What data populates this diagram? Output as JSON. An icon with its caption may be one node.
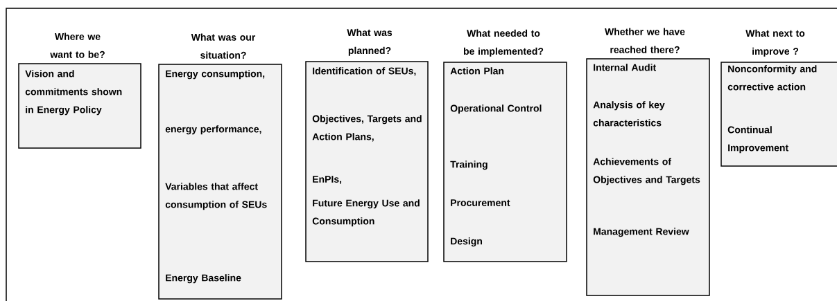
{
  "diagram": {
    "nodes": [
      {
        "text": [
          "Where we want to be?",
          "Vision and commitments shown in Energy Policy"
        ]
      },
      {
        "text": [
          "What was our situation?",
          "Energy consumption,",
          "energy performance,",
          "Variables that affect consumption of SEUs",
          "Energy Baseline"
        ]
      },
      {
        "text": [
          "What was planned?",
          "Identification of SEUs,",
          "Objectives, Targets and Action Plans,",
          "EnPIs,",
          "Future Energy Use and Consumption"
        ]
      },
      {
        "text": [
          "What needed to be implemented?",
          "Action Plan",
          "Operational Control",
          "Training",
          "Procurement",
          "Design"
        ]
      },
      {
        "text": [
          "Whether we have reached there?",
          "Internal Audit",
          "Analysis of key characteristics",
          "Achievements of Objectives and Targets",
          "Management Review"
        ]
      },
      {
        "text": [
          "What next to improve ?",
          "Nonconformity and corrective action",
          "Continual Improvement"
        ]
      }
    ]
  }
}
